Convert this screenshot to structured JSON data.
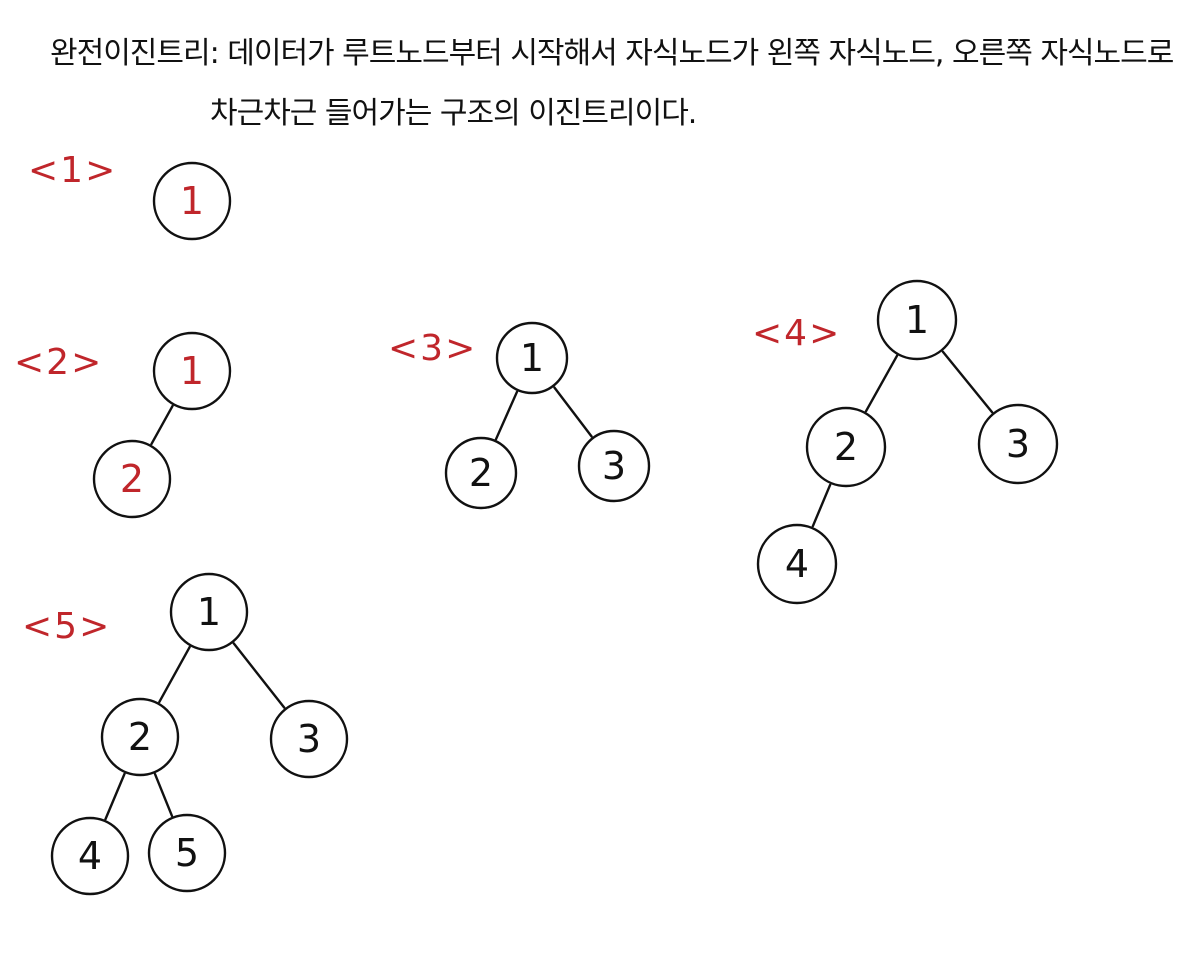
{
  "definition": {
    "line1": "완전이진트리: 데이터가 루트노드부터 시작해서 자식노드가 왼쪽 자식노드, 오른쪽 자식노드로",
    "line2": "차근차근 들어가는 구조의 이진트리이다."
  },
  "colors": {
    "step_label": "#c0262b",
    "ink": "#111111",
    "highlight_node_text": "#c0262b"
  },
  "steps": [
    {
      "label": "<1>",
      "nodes": [
        {
          "id": "n1",
          "value": "1",
          "highlight": true
        }
      ],
      "edges": []
    },
    {
      "label": "<2>",
      "nodes": [
        {
          "id": "n1",
          "value": "1",
          "highlight": true
        },
        {
          "id": "n2",
          "value": "2",
          "highlight": true
        }
      ],
      "edges": [
        [
          "n1",
          "n2"
        ]
      ]
    },
    {
      "label": "<3>",
      "nodes": [
        {
          "id": "n1",
          "value": "1",
          "highlight": false
        },
        {
          "id": "n2",
          "value": "2",
          "highlight": false
        },
        {
          "id": "n3",
          "value": "3",
          "highlight": false
        }
      ],
      "edges": [
        [
          "n1",
          "n2"
        ],
        [
          "n1",
          "n3"
        ]
      ]
    },
    {
      "label": "<4>",
      "nodes": [
        {
          "id": "n1",
          "value": "1",
          "highlight": false
        },
        {
          "id": "n2",
          "value": "2",
          "highlight": false
        },
        {
          "id": "n3",
          "value": "3",
          "highlight": false
        },
        {
          "id": "n4",
          "value": "4",
          "highlight": false
        }
      ],
      "edges": [
        [
          "n1",
          "n2"
        ],
        [
          "n1",
          "n3"
        ],
        [
          "n2",
          "n4"
        ]
      ]
    },
    {
      "label": "<5>",
      "nodes": [
        {
          "id": "n1",
          "value": "1",
          "highlight": false
        },
        {
          "id": "n2",
          "value": "2",
          "highlight": false
        },
        {
          "id": "n3",
          "value": "3",
          "highlight": false
        },
        {
          "id": "n4",
          "value": "4",
          "highlight": false
        },
        {
          "id": "n5",
          "value": "5",
          "highlight": false
        }
      ],
      "edges": [
        [
          "n1",
          "n2"
        ],
        [
          "n1",
          "n3"
        ],
        [
          "n2",
          "n4"
        ],
        [
          "n2",
          "n5"
        ]
      ]
    }
  ]
}
